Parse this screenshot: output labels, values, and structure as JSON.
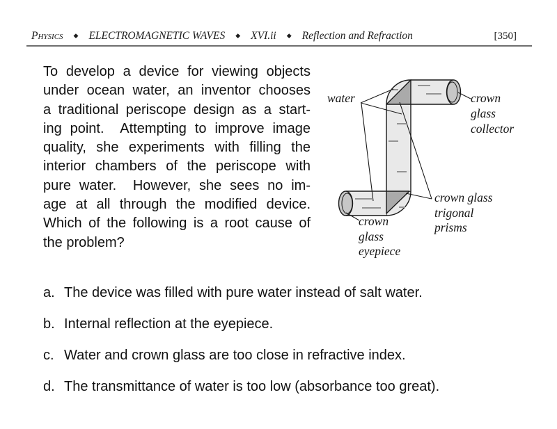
{
  "header": {
    "course": "Physics",
    "separator": "◆",
    "unit": "ELECTROMAGNETIC WAVES",
    "section": "XVI.ii",
    "topic": "Reflection and Refraction",
    "page_number": "[350]"
  },
  "question": {
    "lines": [
      "To develop a device for viewing objects",
      "under ocean water, an inventor chooses",
      "a traditional periscope design as a start-",
      "ing point.  Attempting to improve image",
      "quality, she experiments with filling the",
      "interior chambers of the periscope with",
      "pure water.  However, she sees no im-",
      "age at all through the modified device.",
      "Which of the following is a root cause of",
      "the problem?"
    ]
  },
  "diagram": {
    "labels": {
      "water": "water",
      "collector": [
        "crown",
        "glass",
        "collector"
      ],
      "prisms": [
        "crown glass",
        "trigonal",
        "prisms"
      ],
      "eyepiece": [
        "crown",
        "glass",
        "eyepiece"
      ]
    },
    "colors": {
      "outline": "#1a1a1a",
      "tube_fill": "#e9e9e9",
      "prism_fill": "#aaaaaa",
      "cap_fill": "#c7c7c7",
      "shine_dash": "#949494"
    }
  },
  "options": [
    {
      "letter": "a.",
      "text": "The device was filled with pure water instead of salt water."
    },
    {
      "letter": "b.",
      "text": "Internal reflection at the eyepiece."
    },
    {
      "letter": "c.",
      "text": "Water and crown glass are too close in refractive index."
    },
    {
      "letter": "d.",
      "text": "The transmittance of water is too low (absorbance too great)."
    }
  ]
}
